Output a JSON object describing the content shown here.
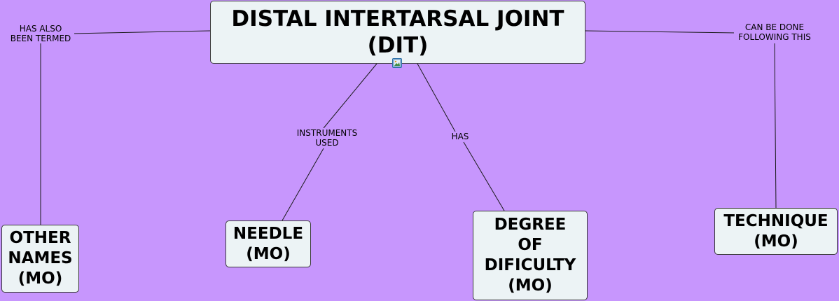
{
  "nodes": {
    "main": {
      "label": "DISTAL INTERTARSAL JOINT\n(DIT)"
    },
    "other_names": {
      "label": "OTHER\nNAMES\n(MO)"
    },
    "needle": {
      "label": "NEEDLE\n(MO)"
    },
    "degree": {
      "label": "DEGREE\nOF\nDIFICULTY\n(MO)"
    },
    "technique": {
      "label": "TECHNIQUE\n(MO)"
    }
  },
  "links": {
    "has_also": {
      "label": "HAS ALSO\nBEEN TERMED"
    },
    "instruments": {
      "label": "INSTRUMENTS\nUSED"
    },
    "has": {
      "label": "HAS"
    },
    "can_be_done": {
      "label": "CAN BE DONE\nFOLLOWING THIS"
    }
  },
  "colors": {
    "background": "#c796fd",
    "node_fill": "#ecf3f5",
    "node_border": "#3a3a3a",
    "line": "#1a1a1a"
  },
  "icons": {
    "main_node_attachment": "image-icon"
  }
}
